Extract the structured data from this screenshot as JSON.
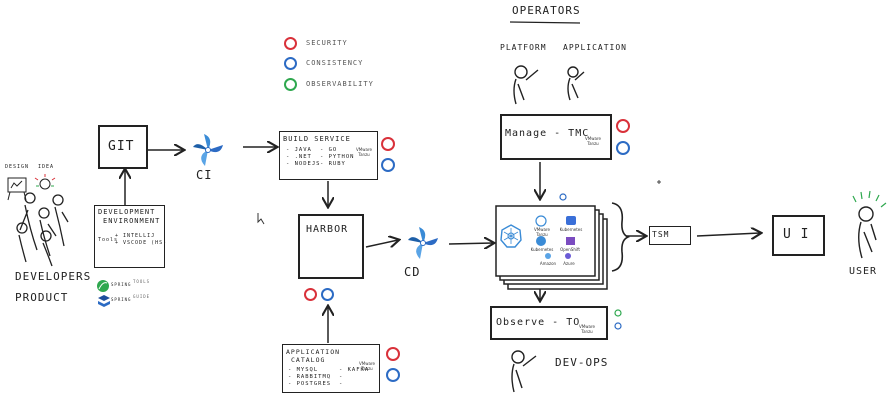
{
  "colors": {
    "security": "#d9313a",
    "consistency": "#2c6bc4",
    "observability": "#2fa84f",
    "ink": "#222222",
    "icon_blue": "#3a8bd6"
  },
  "legend": {
    "security": "Security",
    "consistency": "Consistency",
    "observability": "Observability"
  },
  "operators": {
    "title": "Operators",
    "platform": "Platform",
    "application": "Application"
  },
  "developers": {
    "design": "Design",
    "idea": "Idea",
    "label1": "Developers",
    "label2": "Product"
  },
  "git": {
    "label": "GIT"
  },
  "dev_env": {
    "title1": "Development",
    "title2": "Environment",
    "tools_label": "Tools",
    "item1": "+ Intellij",
    "item2": "+ Vscode (HS)",
    "spring": "Spring",
    "spring_sub": "Tools",
    "docker": "Spring",
    "docker_sub": "Guide"
  },
  "ci": {
    "label": "CI"
  },
  "build_service": {
    "title": "Build Service",
    "vmware": "VMware Tanzu",
    "col1": [
      "- Java",
      "- .Net",
      "- NodeJS"
    ],
    "col2": [
      "- Go",
      "- Python",
      "- Ruby"
    ]
  },
  "harbor": {
    "label": "HARBOR"
  },
  "app_catalog": {
    "title1": "Application",
    "title2": "Catalog",
    "vmware": "VMware Tanzu",
    "col1": [
      "- MySQL",
      "- RabbitMQ",
      "- Postgres"
    ],
    "col2": [
      "- Kafka",
      "-",
      "-"
    ]
  },
  "cd": {
    "label": "CD"
  },
  "manage": {
    "label": "Manage - TMC",
    "vmware": "VMware Tanzu"
  },
  "clusters": {
    "vmware": "VMware Tanzu",
    "k8s1": "Kubernetes",
    "k8s2": "Kubernetes",
    "aws": "Amazon",
    "azure": "Azure",
    "openshift": "OpenShift"
  },
  "observe": {
    "label": "Observe - TO",
    "vmware": "VMware Tanzu"
  },
  "devops": {
    "label": "DEV-OPS"
  },
  "tsm": {
    "label": "TSM"
  },
  "ui": {
    "label": "U I"
  },
  "user": {
    "label": "USER"
  }
}
